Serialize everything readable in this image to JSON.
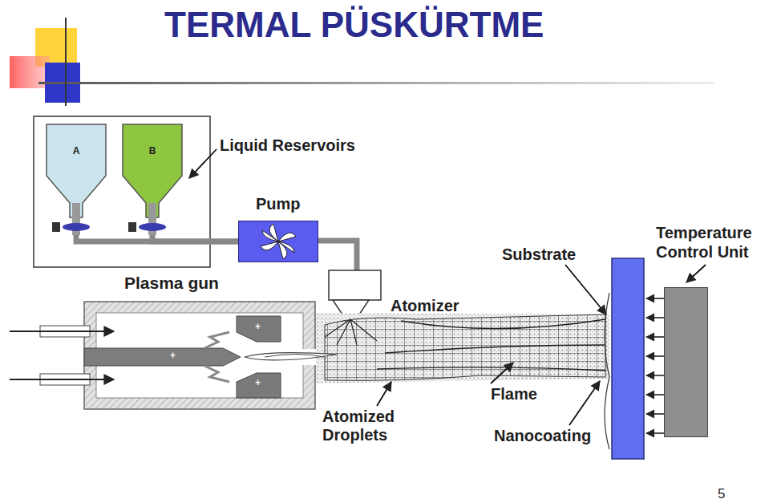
{
  "diagram": {
    "title": "TERMAL PÜSKÜRTME",
    "nodes": [
      {
        "text": [
          "A"
        ]
      },
      {
        "text": [
          "B"
        ]
      },
      {
        "text": [
          "Pump"
        ]
      },
      {
        "text": [
          "Temperature Control Unit"
        ]
      }
    ],
    "edges": [
      {
        "from": 0,
        "to": 2,
        "arrow": "none"
      },
      {
        "from": 1,
        "to": 2,
        "arrow": "none"
      }
    ],
    "labels": [
      "Liquid Reservoirs",
      "Plasma gun",
      "Atomizer",
      "Substrate",
      "Flame",
      "Atomized Droplets",
      "Nanocoating",
      "+",
      "+",
      "+",
      "5"
    ]
  }
}
